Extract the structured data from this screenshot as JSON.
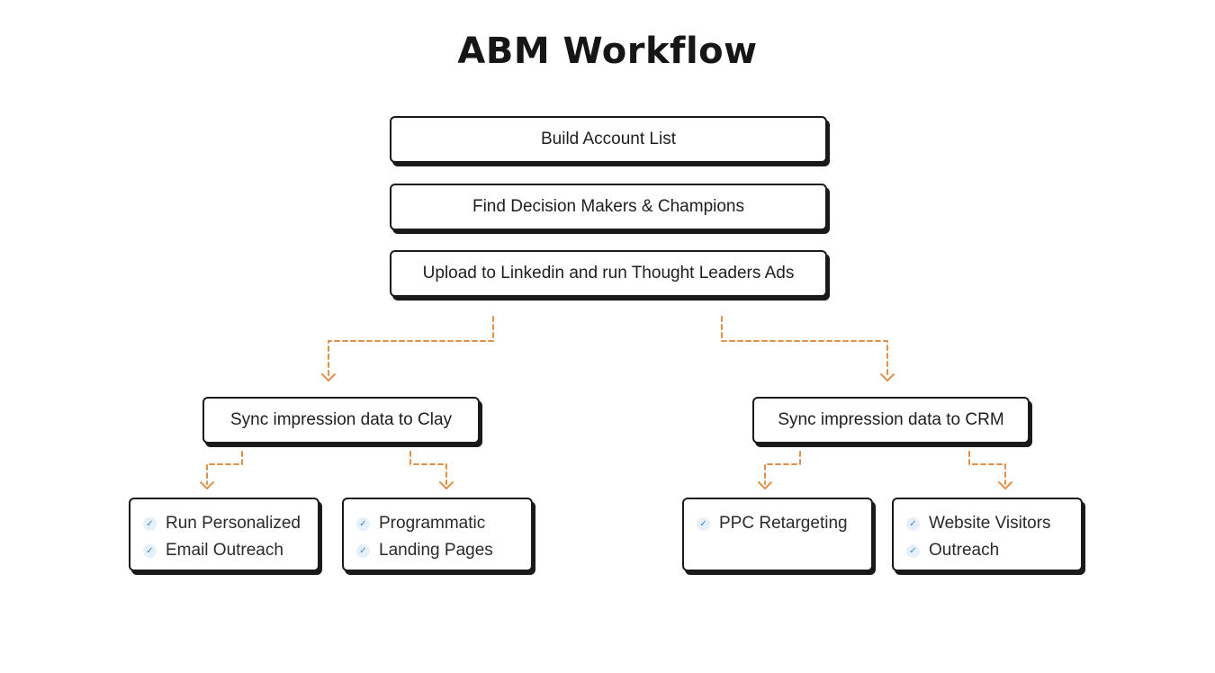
{
  "title": "ABM Workflow",
  "steps": [
    {
      "label": "Build Account List"
    },
    {
      "label": "Find Decision Makers & Champions"
    },
    {
      "label": "Upload to Linkedin and run Thought Leaders Ads"
    }
  ],
  "branches": [
    {
      "label": "Sync impression data to Clay",
      "leaves": [
        {
          "items": [
            "Run Personalized",
            "Email Outreach"
          ]
        },
        {
          "items": [
            "Programmatic",
            "Landing Pages"
          ]
        }
      ]
    },
    {
      "label": "Sync impression data to CRM",
      "leaves": [
        {
          "items": [
            "PPC Retargeting"
          ]
        },
        {
          "items": [
            "Website Visitors",
            "Outreach"
          ]
        }
      ]
    }
  ],
  "colors": {
    "connector": "#e0904a",
    "check": "#3b82c4",
    "border": "#1a1a1a"
  },
  "icons": {
    "check": "check-icon",
    "arrow": "chevron-down-icon"
  }
}
